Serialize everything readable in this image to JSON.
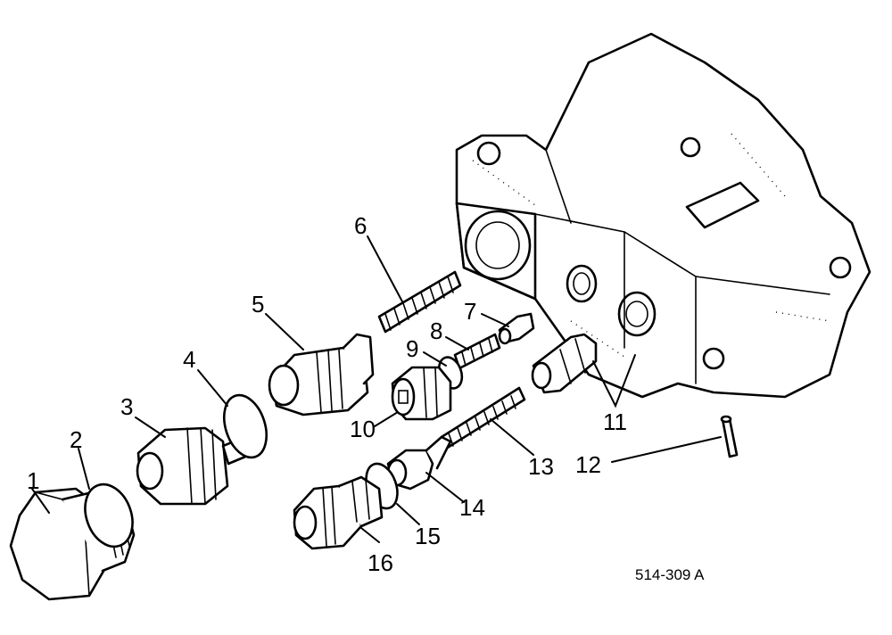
{
  "figure": {
    "part_numbers": [
      "1",
      "2",
      "3",
      "4",
      "5",
      "6",
      "7",
      "8",
      "9",
      "10",
      "11",
      "12",
      "13",
      "14",
      "15",
      "16"
    ],
    "drawing_code": "514-309 A"
  }
}
